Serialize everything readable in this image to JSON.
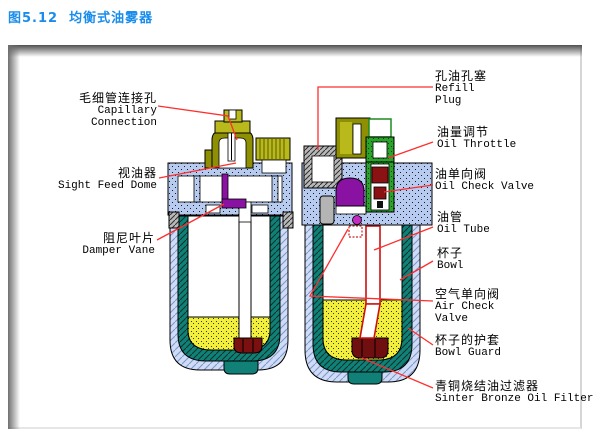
{
  "page": {
    "title": "图5.12  均衡式油雾器"
  },
  "colors": {
    "title_blue": "#1a8ceb",
    "leader_red": "#ff2e2e",
    "body_blue": "#b7cbf0",
    "bowl_teal": "#118076",
    "oil_yellow": "#f2ee3e",
    "damper_purple": "#8a12a2",
    "brass_olive": "#8f8f04",
    "valve_dark_red": "#8b1212",
    "throttle_green": "#2aa52a"
  },
  "labels": {
    "capillary": {
      "zh": "毛细管连接孔",
      "en1": "Capillary",
      "en2": "Connection"
    },
    "sight_feed_dome": {
      "zh": "视油器",
      "en1": "Sight Feed Dome"
    },
    "damper_vane": {
      "zh": "阻尼叶片",
      "en1": "Damper Vane"
    },
    "refill_plug": {
      "zh": "孔油孔塞",
      "en1": "Refill",
      "en2": "Plug"
    },
    "oil_throttle": {
      "zh": "油量调节",
      "en1": "Oil Throttle"
    },
    "oil_check_valve": {
      "zh": "油单向阀",
      "en1": "Oil Check Valve"
    },
    "oil_tube": {
      "zh": "油管",
      "en1": "Oil Tube"
    },
    "bowl": {
      "zh": "杯子",
      "en1": "Bowl"
    },
    "air_check_valve": {
      "zh": "空气单向阀",
      "en1": "Air Check",
      "en2": "Valve"
    },
    "bowl_guard": {
      "zh": "杯子的护套",
      "en1": "Bowl Guard"
    },
    "sinter_bronze_oil_filter": {
      "zh": "青铜烧结油过滤器",
      "en1": "Sinter Bronze Oil Filter"
    }
  }
}
